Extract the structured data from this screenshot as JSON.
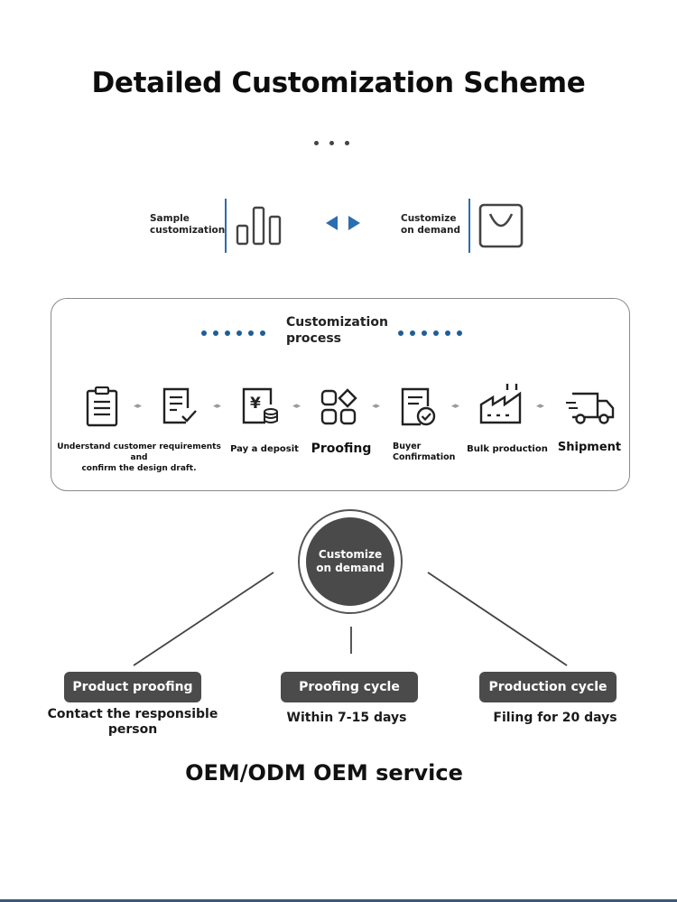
{
  "title": "Detailed Customization Scheme",
  "modes": {
    "left_label_1": "Sample",
    "left_label_2": "customization",
    "right_label_1": "Customize",
    "right_label_2": "on demand",
    "left_icon": "bar-chart-icon",
    "right_icon": "shopping-bag-icon",
    "exchange_icon": "left-right-arrows-icon",
    "accent_color": "#2a6db0"
  },
  "process": {
    "title_1": "Customization",
    "title_2": "process",
    "steps": [
      {
        "label_1": "Understand customer requirements and",
        "label_2": "confirm the design draft.",
        "icon": "clipboard-icon"
      },
      {
        "label_1": "",
        "label_2": "",
        "icon": "document-check-icon"
      },
      {
        "label_1": "Pay a deposit",
        "label_2": "",
        "icon": "yen-coins-icon"
      },
      {
        "label_1": "Proofing",
        "label_2": "",
        "icon": "grid-shapes-icon"
      },
      {
        "label_1": "Buyer",
        "label_2": "Confirmation",
        "icon": "document-approved-icon"
      },
      {
        "label_1": "Bulk production",
        "label_2": "",
        "icon": "factory-icon"
      },
      {
        "label_1": "Shipment",
        "label_2": "",
        "icon": "truck-icon"
      }
    ]
  },
  "center_circle": {
    "line_1": "Customize",
    "line_2": "on demand"
  },
  "branches": [
    {
      "pill": "Product proofing",
      "sub_1": "Contact the responsible",
      "sub_2": "person"
    },
    {
      "pill": "Proofing cycle",
      "sub_1": "Within 7-15 days",
      "sub_2": ""
    },
    {
      "pill": "Production cycle",
      "sub_1": "Filing for 20 days",
      "sub_2": ""
    }
  ],
  "footer": "OEM/ODM OEM service"
}
